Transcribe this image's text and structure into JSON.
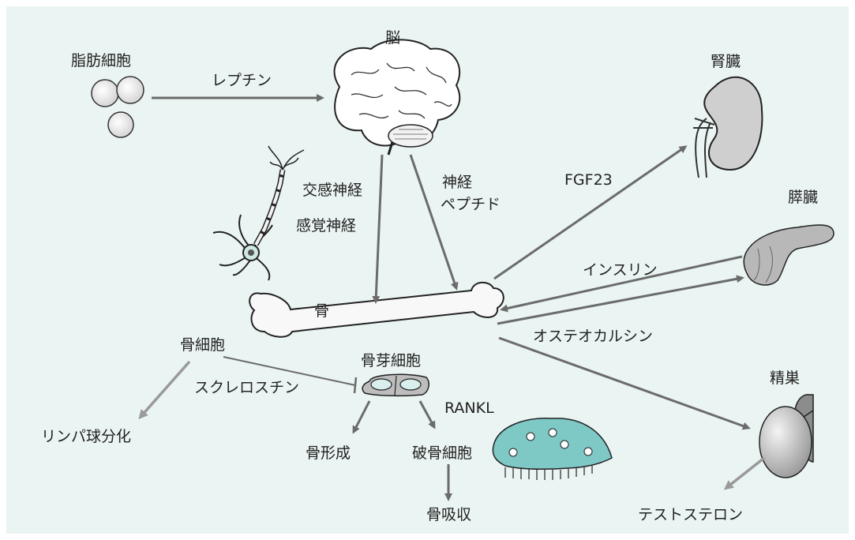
{
  "labels": {
    "fat_cell": "脂肪細胞",
    "leptin": "レプチン",
    "brain": "脳",
    "kidney": "腎臓",
    "sympathetic": "交感神経",
    "sensory": "感覚神経",
    "neuropeptide_1": "神経",
    "neuropeptide_2": "ペプチド",
    "fgf23": "FGF23",
    "pancreas": "膵臓",
    "insulin": "インスリン",
    "bone": "骨",
    "osteocalcin": "オステオカルシン",
    "osteocyte": "骨細胞",
    "osteoblast": "骨芽細胞",
    "sclerostin": "スクレロスチン",
    "rankl": "RANKL",
    "testis": "精巣",
    "lymph": "リンパ球分化",
    "bone_formation": "骨形成",
    "osteoclast": "破骨細胞",
    "bone_resorption": "骨吸収",
    "testosterone": "テストステロン"
  },
  "colors": {
    "background": "#eaf4f2",
    "arrow": "#6b6b6b",
    "arrow_light": "#9a9a9a",
    "organ_fill": "#cfcfcf",
    "osteoclast_fill": "#7ec8c6"
  }
}
